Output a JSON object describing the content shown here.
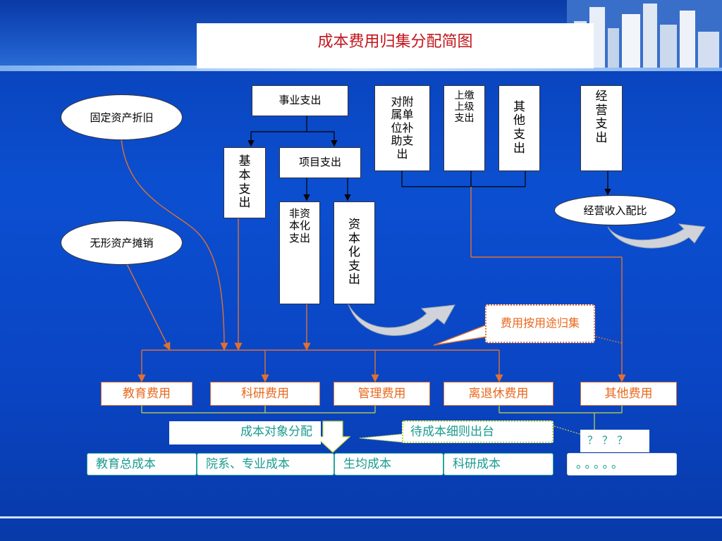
{
  "title": "成本费用归集分配简图",
  "ellipses": {
    "fixed_assets": "固定资产折旧",
    "intangible": "无形资产摊销",
    "operating_ratio": "经营收入配比"
  },
  "boxes": {
    "business_expense": "事业支出",
    "basic_expense": [
      "基",
      "本",
      "支",
      "出"
    ],
    "project_expense": "项目支出",
    "non_capital": [
      "非资",
      "本化",
      "支出"
    ],
    "capital": [
      "资",
      "本",
      "化",
      "支",
      "出"
    ],
    "subsidiary": [
      "对附",
      "属单",
      "位补",
      "助支",
      "出"
    ],
    "upper_level": [
      "上缴",
      "上级",
      "支出"
    ],
    "other_expense": [
      "其",
      "他",
      "支",
      "出"
    ],
    "operating_expense": [
      "经",
      "营",
      "支",
      "出"
    ]
  },
  "callout": "费用按用途归集",
  "categories": [
    "教育费用",
    "科研费用",
    "管理费用",
    "离退休费用",
    "其他费用"
  ],
  "cost_object": "成本对象分配",
  "pending": "待成本细则出台",
  "question": "？？？",
  "dots": "。。。。。",
  "results": [
    "教育总成本",
    "院系、专业成本",
    "生均成本",
    "科研成本"
  ]
}
